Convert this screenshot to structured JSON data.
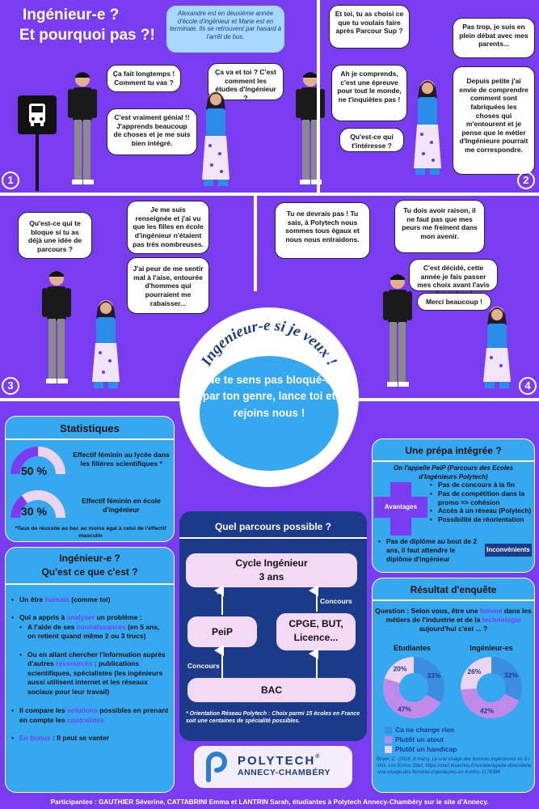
{
  "header": {
    "title_line1": "Ingénieur-e ?",
    "title_line2": "Et pourquoi pas ?!",
    "intro": "Alexandre est en deuxième année d'école d'ingénieur et Marie est en terminale. Ils se retrouvent par hasard à l'arrêt de bus."
  },
  "scene1": {
    "number": "1",
    "b1": "Ça fait longtemps ! Comment tu vas ?",
    "b2": "C'est vraiment génial !! J'apprends beaucoup de choses et je me suis bien intégré.",
    "b3": "Ça va et toi ? C'est comment les études d'ingénieur ?"
  },
  "scene2": {
    "number": "2",
    "b1": "Et toi, tu as choisi ce que tu voulais faire après Parcour Sup ?",
    "b2": "Ah je comprends, c'est une épreuve pour tout le monde, ne t'inquiètes pas !",
    "b3": "Qu'est-ce qui t'intéresse ?",
    "b4": "Pas trop, je suis en plein débat avec mes parents...",
    "b5": "Depuis petite j'ai envie de comprendre comment sont fabriquées les choses qui m'entourent et je pense que le métier d'Ingénieure pourrait me correspondre."
  },
  "scene3": {
    "number": "3",
    "b1": "Qu'est-ce qui te bloque si tu as déjà une idée de parcours ?",
    "b2": "Je me suis renseignée et j'ai vu que les filles en école d'ingénieur n'étaient pas très nombreuses.",
    "b3": "J'ai peur de me sentir mal à l'aise, entourée d'hommes qui pourraient me rabaisser..."
  },
  "scene4": {
    "number": "4",
    "b1": "Tu ne devrais pas ! Tu sais, à Polytech nous sommes tous égaux et nous nous entraidons.",
    "b2": "Tu dois avoir raison, il ne faut pas que mes peurs me freinent dans mon avenir.",
    "b3": "C'est décidé, cette année je fais passer mes choix avant l'avis des autres !",
    "b4": "Merci beaucoup !"
  },
  "center": {
    "slogan": "Ingenieur-e si je veux !",
    "message": "Ne te sens pas bloqué-e par ton genre, lance toi et rejoins nous !"
  },
  "stats": {
    "title": "Statistiques",
    "items": [
      {
        "value": "50 %",
        "fraction": 0.5,
        "label": "Effectif féminin au lycée dans les filières scientifiques *"
      },
      {
        "value": "30 %",
        "fraction": 0.3,
        "label": "Effectif féminin en école d'ingénieur"
      }
    ],
    "note": "*Taux de réussite au bac au moins égal à celui de l'effectif masculin"
  },
  "qui": {
    "title_line1": "Ingénieur-e ?",
    "title_line2": "Qu'est ce que c'est ?",
    "l1a": "Un être ",
    "l1b": "humain",
    "l1c": " (comme toi)",
    "l2a": "Qui a appris à ",
    "l2b": "analyser",
    "l2c": " un problème :",
    "l3a": "A l'aide de ses ",
    "l3b": "connaissances",
    "l3c": " (en 5 ans, on retient quand même 2 ou 3 trucs)",
    "l4a": "Ou en allant chercher l'information auprès d'autres ",
    "l4b": "ressources",
    "l4c": " : publications scientifiques, spécialistes (les ingénieurs aussi utilisent internet et les réseaux sociaux pour leur travail)",
    "l5a": "Il compare les ",
    "l5b": "solutions",
    "l5c": " possibles en prenant en compte les ",
    "l5d": "contraintes",
    "l6a": "En bonus",
    "l6b": " : Il peut se vanter"
  },
  "parcours": {
    "title": "Quel parcours possible ?",
    "cycle_line1": "Cycle Ingénieur",
    "cycle_line2": "3 ans",
    "peip": "PeiP",
    "cpge_line1": "CPGE, BUT,",
    "cpge_line2": "Licence...",
    "bac": "BAC",
    "concours1": "Concours",
    "concours2": "Concours",
    "star": "*",
    "note": "* Orientation Réseau Polytech : Choix parmi 15 écoles en France soit une centaines de spécialité possibles."
  },
  "logo": {
    "line1": "POLYTECH",
    "reg": "®",
    "line2": "ANNECY-CHAMBÉRY"
  },
  "prepa": {
    "title": "Une prépa intégrée ?",
    "subtitle": "On l'appelle PeiP (Parcours des Ecoles d'Ingénieurs Polytech)",
    "avantages_label": "Avantages",
    "avantages": [
      "Pas de concours à la fin",
      "Pas de compétition dans la promo => cohésion",
      "Accès à un réseau (Polytech)",
      "Possibilité de réorientation"
    ],
    "inconvenient": "Pas de diplôme au bout de 2 ans, il faut attendre le diplôme d'ingénieur",
    "inconvenients_label": "Inconvénients"
  },
  "enquete": {
    "title": "Résultat d'enquête",
    "question_a": "Question : Selon vous, être une ",
    "question_b": "femme",
    "question_c": " dans les métiers de l'industrie et de la ",
    "question_d": "technologie",
    "question_e": " aujourd'hui c'est ... ?",
    "group1": "Etudiantes",
    "group2": "Ingénieur-es",
    "legend": [
      "Ca ne change rien",
      "Plutôt un atout",
      "Plutôt un handicap"
    ],
    "source": "Boyer, C. (2016, 8 mars). Le vrai visage des femmes ingénieures en 6 infos. Les Echos Start. https://start.lesechos.fr/societe/egalite-diversite/le-vrai-visage-des-femmes-ingenieures-en-6-infos-1178384"
  },
  "chart_data": [
    {
      "type": "pie",
      "title": "Etudiantes",
      "labels": [
        "Ca ne change rien",
        "Plutôt un atout",
        "Plutôt un handicap"
      ],
      "values": [
        33,
        47,
        20
      ],
      "value_labels": [
        "33%",
        "47%",
        "20%"
      ]
    },
    {
      "type": "pie",
      "title": "Ingénieur-es",
      "labels": [
        "Ca ne change rien",
        "Plutôt un atout",
        "Plutôt un handicap"
      ],
      "values": [
        32,
        42,
        26
      ],
      "value_labels": [
        "32%",
        "42%",
        "26%"
      ]
    }
  ],
  "colors": {
    "background": "#7a3cf0",
    "panel": "#35a8f0",
    "dark_blue": "#1b3a8a",
    "pink": "#f3d9f3",
    "c_rien": "#3b8ee0",
    "c_atout": "#c08be8",
    "c_handicap": "#ecd4f0"
  },
  "footer": "Participantes : GAUTHIER Séverine, CATTABRINI Emma et LANTRIN Sarah, étudiantes à Polytech Annecy-Chambéry sur le site d'Annecy."
}
